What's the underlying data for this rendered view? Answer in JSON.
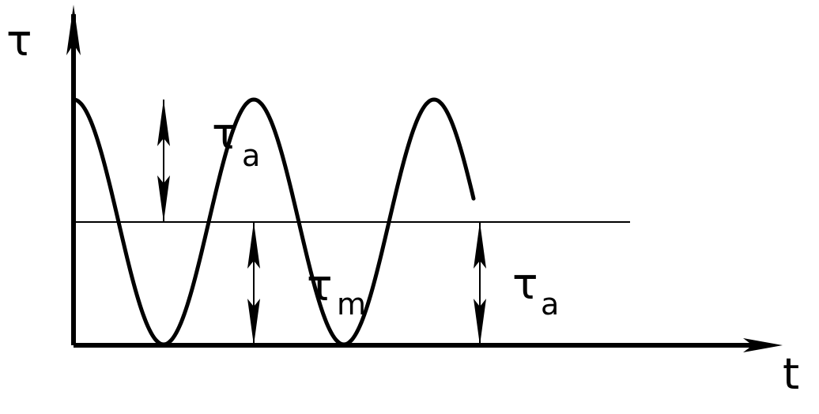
{
  "axes": {
    "y_label": "τ",
    "x_label": "t"
  },
  "annotations": {
    "amplitude_top": {
      "symbol": "τ",
      "subscript": "a"
    },
    "mean": {
      "symbol": "τ",
      "subscript": "m"
    },
    "amplitude_bottom": {
      "symbol": "τ",
      "subscript": "a"
    }
  },
  "colors": {
    "stroke": "#000000",
    "background": "#ffffff"
  }
}
